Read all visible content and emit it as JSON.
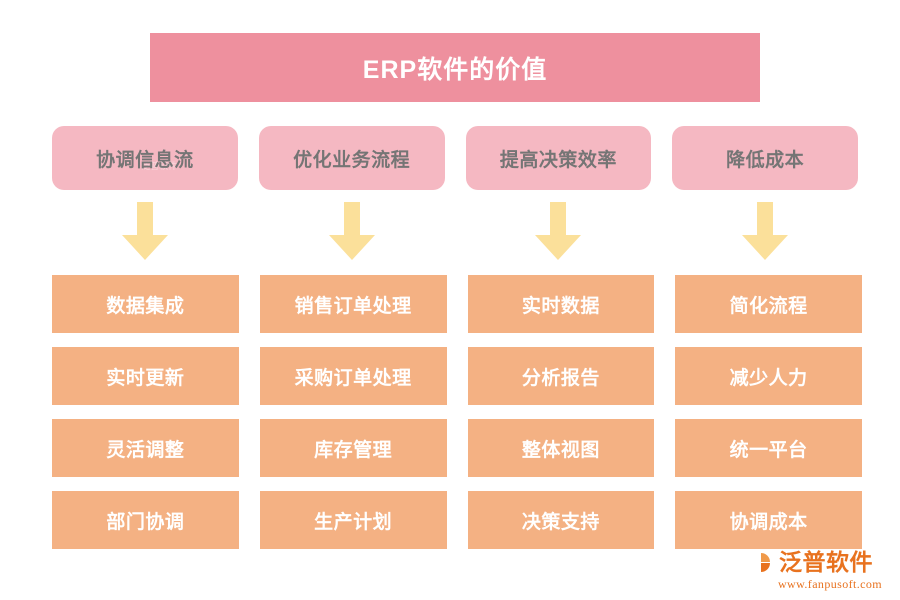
{
  "title": {
    "text": "ERP软件的价值",
    "background": "#ee909e",
    "text_color": "#ffffff"
  },
  "colors": {
    "banner_pink": "#ee909e",
    "category_pink": "#f5b8c2",
    "item_orange": "#f4b183",
    "arrow_yellow": "#fbe09a",
    "category_text_gray": "#757575",
    "logo_orange": "#e8721f",
    "page_background": "#ffffff"
  },
  "columns": [
    {
      "category": "协调信息流",
      "arrow": "down-arrow",
      "items": [
        "数据集成",
        "实时更新",
        "灵活调整",
        "部门协调"
      ]
    },
    {
      "category": "优化业务流程",
      "arrow": "down-arrow",
      "items": [
        "销售订单处理",
        "采购订单处理",
        "库存管理",
        "生产计划"
      ]
    },
    {
      "category": "提高决策效率",
      "arrow": "down-arrow",
      "items": [
        "实时数据",
        "分析报告",
        "整体视图",
        "决策支持"
      ]
    },
    {
      "category": "降低成本",
      "arrow": "down-arrow",
      "items": [
        "简化流程",
        "减少人力",
        "统一平台",
        "协调成本"
      ]
    }
  ],
  "watermark": {
    "text": "泛普软件"
  },
  "logo": {
    "name": "泛普软件",
    "url": "www.fanpusoft.com",
    "mark": "fanpu-logo-icon"
  }
}
